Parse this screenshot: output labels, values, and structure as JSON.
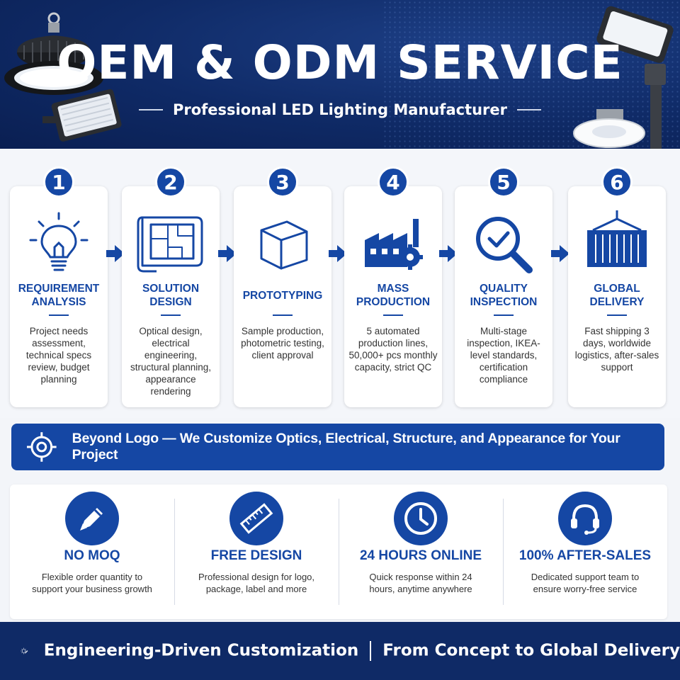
{
  "header": {
    "title": "OEM & ODM SERVICE",
    "subtitle": "Professional LED Lighting Manufacturer"
  },
  "steps": [
    {
      "number": "1",
      "title": "REQUIREMENT ANALYSIS",
      "icon": "lightbulb-icon",
      "description": "Project needs assessment, technical specs review, budget planning"
    },
    {
      "number": "2",
      "title": "SOLUTION DESIGN",
      "icon": "blueprint-icon",
      "description": "Optical design, electrical engineering, structural planning, appearance rendering"
    },
    {
      "number": "3",
      "title": "PROTOTYPING",
      "icon": "cube-icon",
      "description": "Sample production, photometric testing, client approval"
    },
    {
      "number": "4",
      "title": "MASS PRODUCTION",
      "icon": "factory-icon",
      "description": "5 automated production lines, 50,000+ pcs monthly capacity, strict QC"
    },
    {
      "number": "5",
      "title": "QUALITY INSPECTION",
      "icon": "magnifier-check-icon",
      "description": "Multi-stage inspection, IKEA-level standards, certification compliance"
    },
    {
      "number": "6",
      "title": "GLOBAL DELIVERY",
      "icon": "shipping-container-icon",
      "description": "Fast shipping 3 days, worldwide logistics, after-sales support"
    }
  ],
  "banner": {
    "icon": "target-icon",
    "text": "Beyond Logo — We Customize Optics, Electrical, Structure, and Appearance for Your Project"
  },
  "features": [
    {
      "title": "NO MOQ",
      "icon": "pencil-icon",
      "description": "Flexible order quantity to support your business growth"
    },
    {
      "title": "FREE DESIGN",
      "icon": "ruler-icon",
      "description": "Professional design for logo, package, label and more"
    },
    {
      "title": "24 HOURS ONLINE",
      "icon": "clock-icon",
      "description": "Quick response within 24 hours, anytime anywhere"
    },
    {
      "title": "100% AFTER-SALES",
      "icon": "headset-icon",
      "description": "Dedicated support team to ensure worry-free service"
    }
  ],
  "footer": {
    "icon": "gear-pencil-icon",
    "left": "Engineering-Driven Customization",
    "right": "From Concept to Global Delivery"
  },
  "colors": {
    "primary": "#1547a4",
    "navy": "#0f2a66",
    "background": "#f3f5f9"
  }
}
